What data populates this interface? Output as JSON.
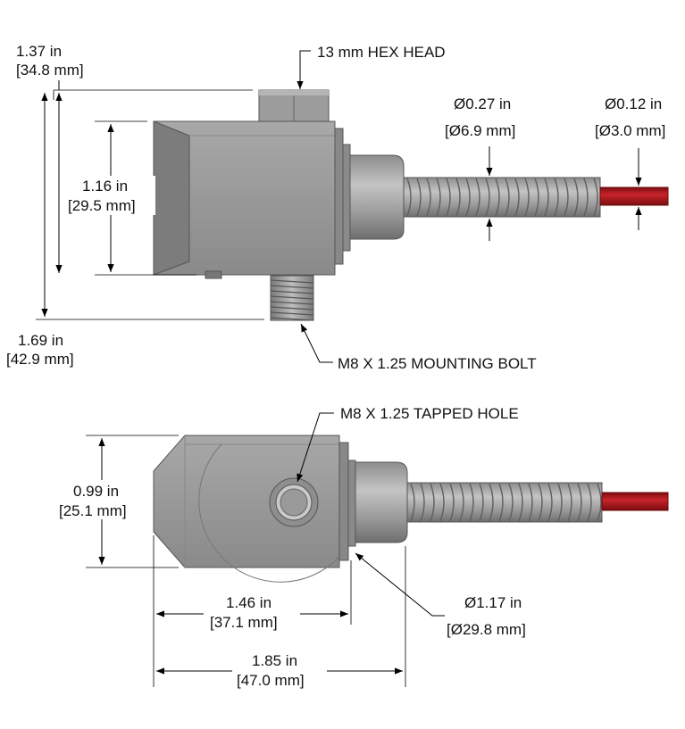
{
  "labels": {
    "hex_head": "13 mm HEX HEAD",
    "mounting_bolt": "M8 X 1.25 MOUNTING BOLT",
    "tapped_hole": "M8 X 1.25 TAPPED HOLE"
  },
  "dimensions": {
    "overall_height": {
      "in": "1.37 in",
      "mm": "[34.8 mm]"
    },
    "body_height": {
      "in": "1.16 in",
      "mm": "[29.5 mm]"
    },
    "height_with_bolt": {
      "in": "1.69 in",
      "mm": "[42.9 mm]"
    },
    "cable_diameter": {
      "in": "Ø0.27 in",
      "mm": "[Ø6.9 mm]"
    },
    "wire_diameter": {
      "in": "Ø0.12 in",
      "mm": "[Ø3.0 mm]"
    },
    "base_width": {
      "in": "0.99 in",
      "mm": "[25.1 mm]"
    },
    "base_diameter": {
      "in": "Ø1.17 in",
      "mm": "[Ø29.8 mm]"
    },
    "body_length": {
      "in": "1.46 in",
      "mm": "[37.1 mm]"
    },
    "overall_length": {
      "in": "1.85 in",
      "mm": "[47.0 mm]"
    }
  },
  "colors": {
    "body": "#9a9a9a",
    "body_dark": "#6f6f6f",
    "wire": "#b3161b",
    "line": "#000000"
  }
}
